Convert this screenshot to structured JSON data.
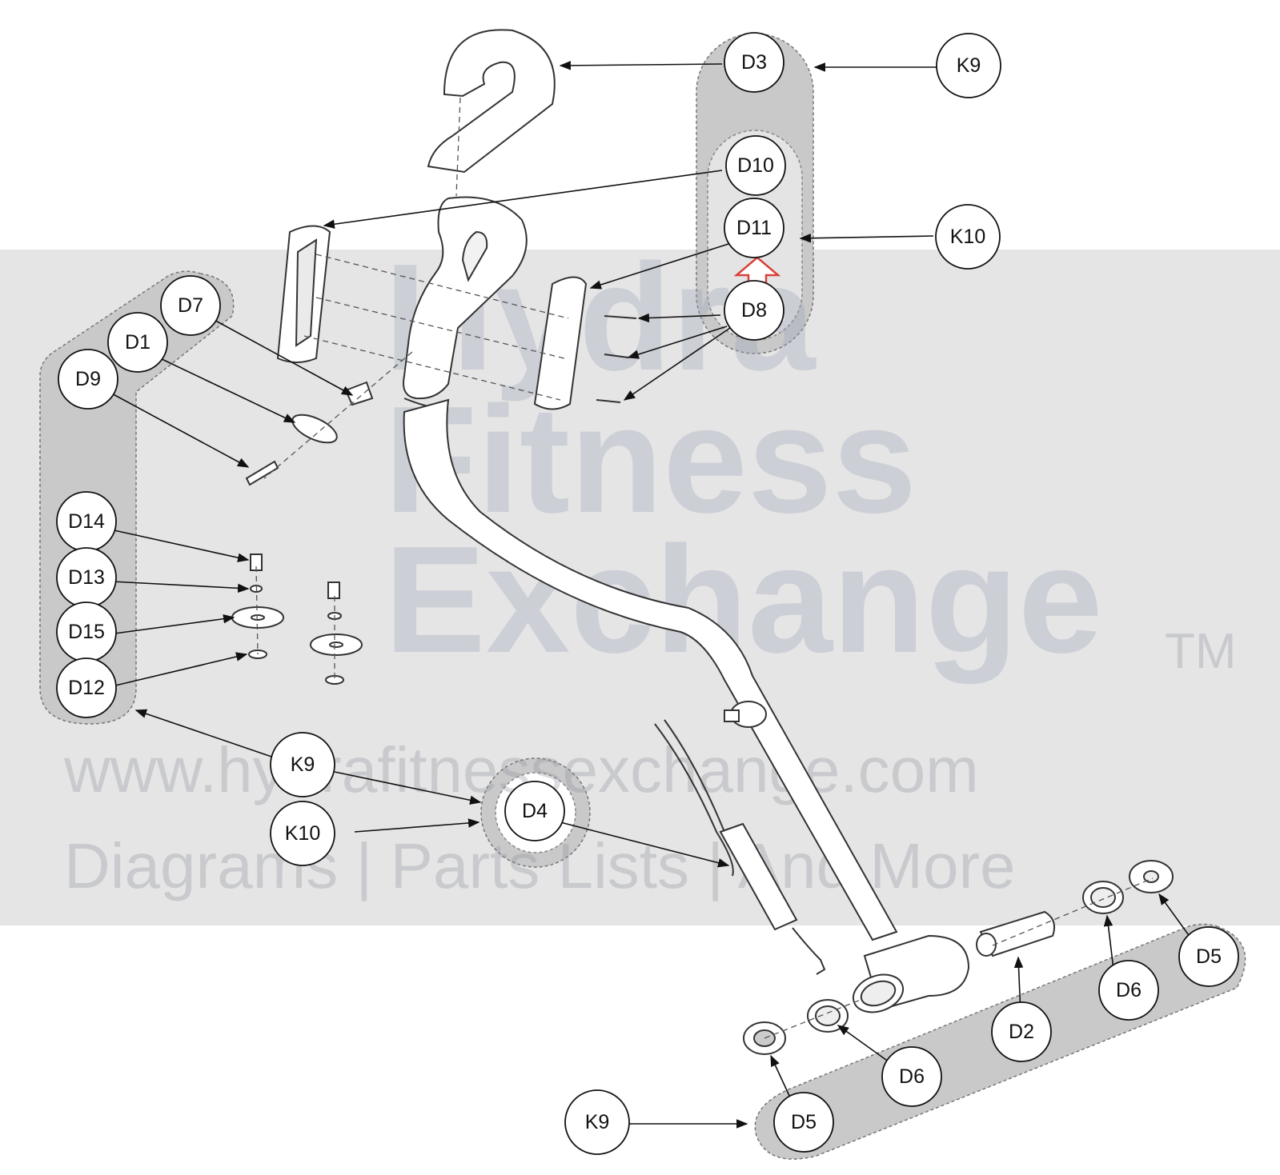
{
  "watermark": {
    "line1": "Hydra",
    "line2": "Fitness",
    "line3": "Exchange",
    "tm": "TM",
    "url": "www.hydrafitnessexchange.com",
    "tagline": "Diagrams | Parts Lists | And More"
  },
  "callouts": {
    "d3": "D3",
    "k9_top": "K9",
    "d10": "D10",
    "d11": "D11",
    "k10_right": "K10",
    "d8": "D8",
    "d7": "D7",
    "d1": "D1",
    "d9": "D9",
    "d14": "D14",
    "d13": "D13",
    "d15": "D15",
    "d12": "D12",
    "k9_mid": "K9",
    "k10_mid": "K10",
    "d4": "D4",
    "d5_right": "D5",
    "d6_right": "D6",
    "d2": "D2",
    "d6_bottom": "D6",
    "d5_bottom": "D5",
    "k9_bottom": "K9"
  },
  "colors": {
    "group_fill": "#c9c9c9",
    "inner_fill": "#e4e4e4",
    "arrow_up": "#d8413a",
    "watermark_band": "#e5e5e5"
  }
}
